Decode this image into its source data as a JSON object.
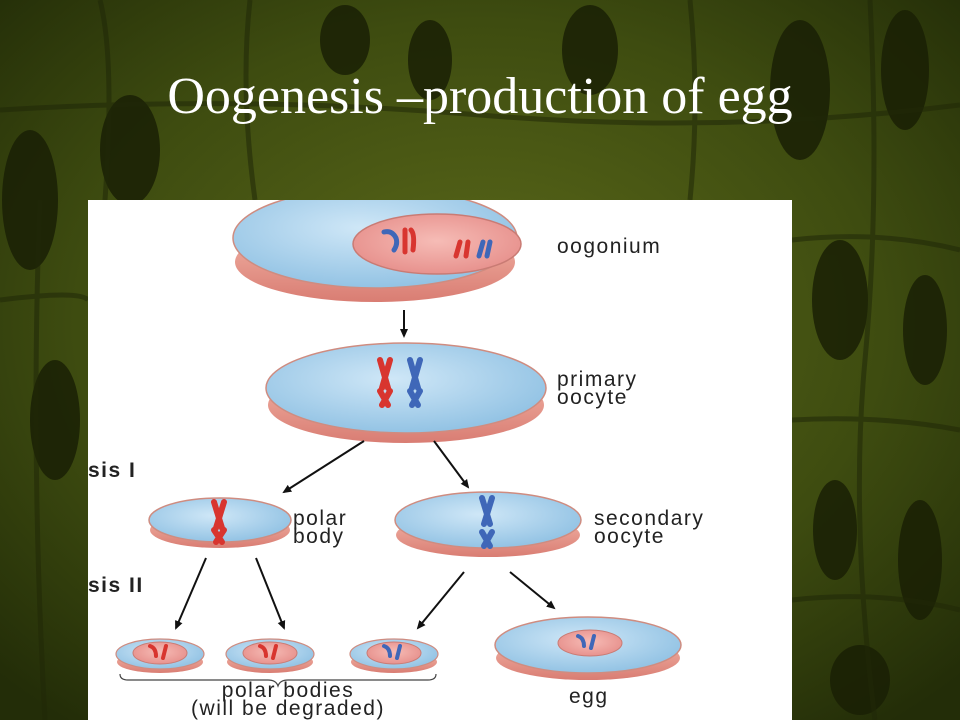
{
  "slide": {
    "title": "Oogenesis –production of egg"
  },
  "diagram": {
    "labels": {
      "oogonium": "oogonium",
      "primary_1": "primary",
      "primary_2": "oocyte",
      "polar_1": "polar",
      "polar_2": "body",
      "secondary_1": "secondary",
      "secondary_2": "oocyte",
      "meiosis_1": "sis I",
      "meiosis_2": "sis II",
      "polar_bodies_1": "polar bodies",
      "polar_bodies_2": "(will be degraded)",
      "egg": "egg"
    },
    "colors": {
      "cytoplasm": "#a9d3ee",
      "nucleus": "#f0a6a6",
      "maternal_chromosome": "#d8352f",
      "paternal_chromosome": "#3f67b8",
      "background": "#3a4a12"
    }
  }
}
